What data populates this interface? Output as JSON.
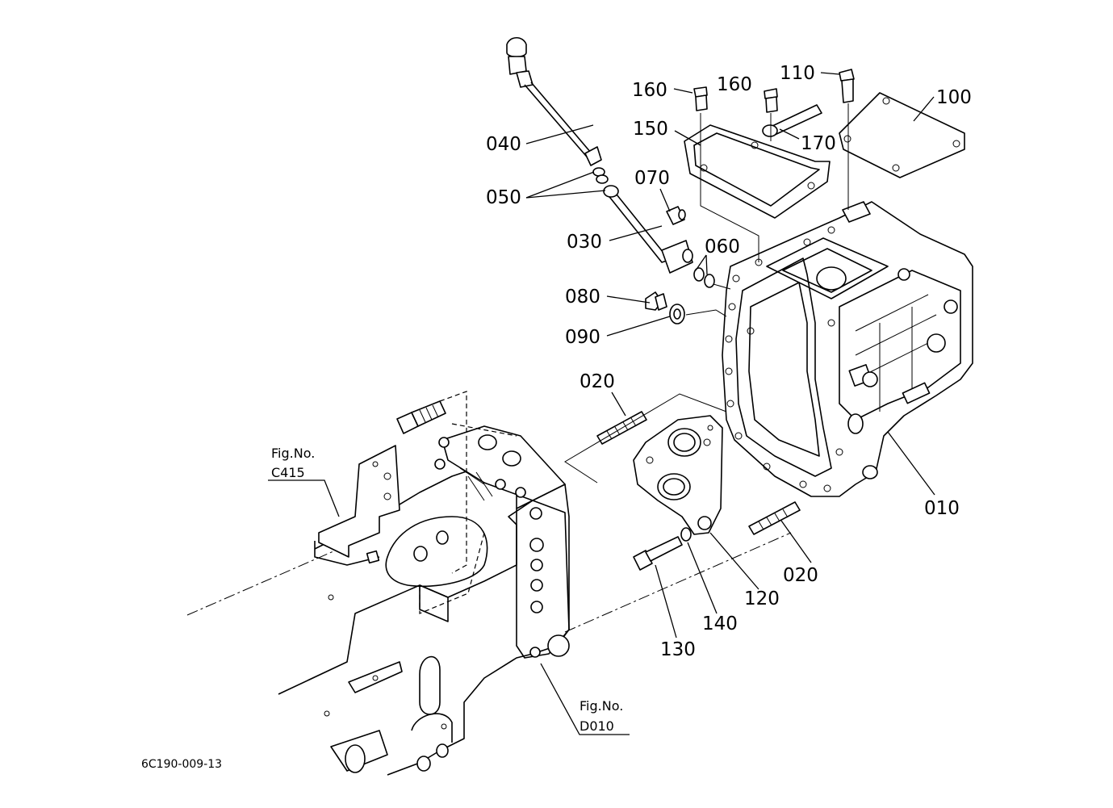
{
  "diagram_code": "6C190-009-13",
  "fig_refs": {
    "c415": {
      "line1": "Fig.No.",
      "line2": "C415"
    },
    "d010": {
      "line1": "Fig.No.",
      "line2": "D010"
    }
  },
  "parts": [
    {
      "id": "p040",
      "number": "040"
    },
    {
      "id": "p050",
      "number": "050"
    },
    {
      "id": "p030",
      "number": "030"
    },
    {
      "id": "p070",
      "number": "070"
    },
    {
      "id": "p060",
      "number": "060"
    },
    {
      "id": "p080",
      "number": "080"
    },
    {
      "id": "p090",
      "number": "090"
    },
    {
      "id": "p160a",
      "number": "160"
    },
    {
      "id": "p160b",
      "number": "160"
    },
    {
      "id": "p110",
      "number": "110"
    },
    {
      "id": "p100",
      "number": "100"
    },
    {
      "id": "p150",
      "number": "150"
    },
    {
      "id": "p170",
      "number": "170"
    },
    {
      "id": "p020a",
      "number": "020"
    },
    {
      "id": "p010",
      "number": "010"
    },
    {
      "id": "p020b",
      "number": "020"
    },
    {
      "id": "p120",
      "number": "120"
    },
    {
      "id": "p140",
      "number": "140"
    },
    {
      "id": "p130",
      "number": "130"
    }
  ]
}
